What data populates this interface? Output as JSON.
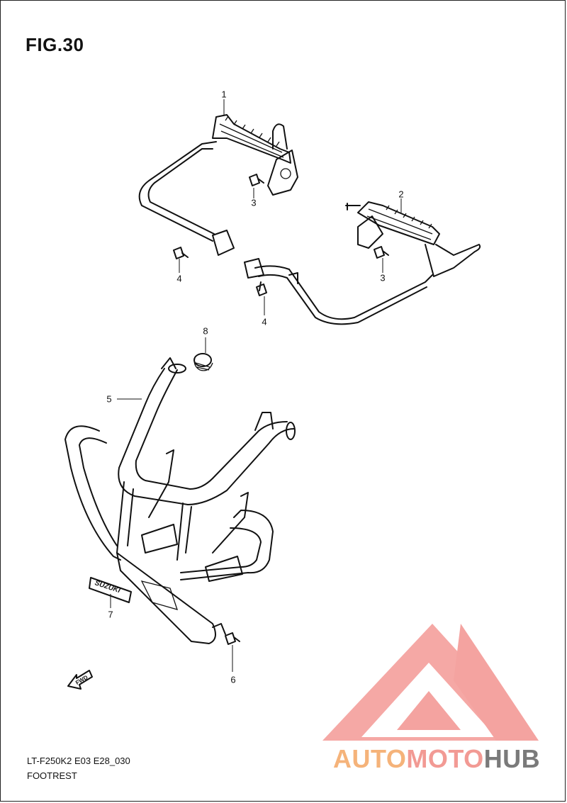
{
  "figure": {
    "title": "FIG.30"
  },
  "callouts": [
    "1",
    "2",
    "3",
    "3",
    "4",
    "4",
    "5",
    "6",
    "7",
    "8"
  ],
  "emblem_text": "SUZUKI",
  "fwd_label": "FWD",
  "footer": {
    "code": "LT-F250K2 E03 E28_030",
    "section": "FOOTREST"
  },
  "watermark": {
    "brand_parts": [
      "AUTO",
      "MOTO",
      "HUB"
    ],
    "colors": {
      "auto": "#f5b37a",
      "moto": "#f29a94",
      "hub": "#7a7a7a",
      "logo": "#f4a3a0"
    }
  }
}
